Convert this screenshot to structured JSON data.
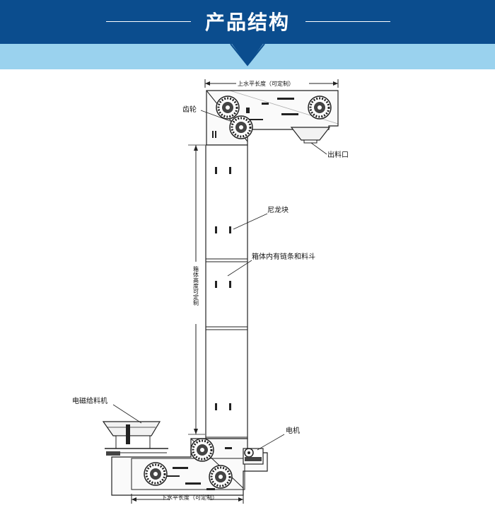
{
  "header": {
    "title": "产品结构"
  },
  "labels": {
    "top_length": "上水平长度（可定制）",
    "gear": "齿轮",
    "outlet": "出料口",
    "nylon_block": "尼龙块",
    "box_contents": "箱体内有链条和料斗",
    "vertical_height": "箱体高度可定制",
    "feeder": "电磁给料机",
    "motor": "电机",
    "bottom_length": "下水平长度（可定制）"
  }
}
